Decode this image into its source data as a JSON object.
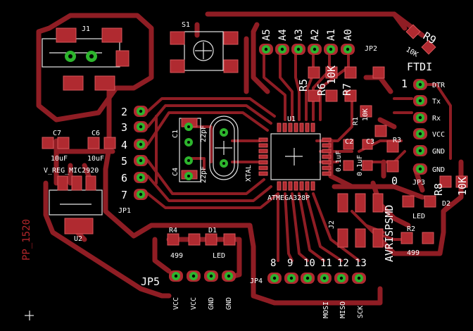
{
  "board": {
    "background": "#000000",
    "trace_color": "#8f1d24",
    "pad_color": "#b02a30",
    "via_color": "#2db52d",
    "silk_color": "#e6e6e6"
  },
  "labels": {
    "j1": "J1",
    "s1": "S1",
    "r9": "R9",
    "r9_val": "10K",
    "ftdi": "FTDI",
    "jp2": "JP2",
    "jp3": "JP3",
    "jp1": "JP1",
    "jp4": "JP4",
    "jp5": "JP5",
    "c7": "C7",
    "c6": "C6",
    "c7_val": "10uF",
    "c6_val": "10uF",
    "vreg": "V_REG_MIC2920",
    "u2": "U2",
    "pp": "PP_1520",
    "u1": "U1",
    "mcu": "ATMEGA328P",
    "xtal": "XTAL",
    "c1": "C1",
    "c4": "C4",
    "c1_val": "22pF",
    "c4_val": "22pF",
    "c2": "C2",
    "c3": "C3",
    "c2_val": "0.1uF",
    "c3_val": "0.1uF",
    "r3": "R3",
    "r5": "R5",
    "r6": "R6",
    "r6_val": "10K",
    "r7": "R7",
    "r1": "R1",
    "r1_val": "10K",
    "r4": "R4",
    "r4_val": "499",
    "d1": "D1",
    "d1_label": "LED",
    "r2": "R2",
    "r2_val": "499",
    "r8": "R8",
    "r8_val": "10K",
    "led2": "LED",
    "d2": "D2",
    "j2": "J2",
    "avrisp": "AVRISPSMD",
    "zero": "0",
    "one": "1"
  },
  "ftdi_pins": [
    "DTR",
    "Tx",
    "Rx",
    "VCC",
    "GND",
    "GND"
  ],
  "analog_pins": [
    "A5",
    "A4",
    "A3",
    "A2",
    "A1",
    "A0"
  ],
  "left_header": [
    "2",
    "3",
    "4",
    "5",
    "6",
    "7"
  ],
  "bottom_header": [
    "8",
    "9",
    "10",
    "11",
    "12",
    "13"
  ],
  "bottom_signals": [
    "MOSI",
    "MISO",
    "SCK"
  ],
  "jp5_pins": [
    "VCC",
    "VCC",
    "GND",
    "GND"
  ]
}
